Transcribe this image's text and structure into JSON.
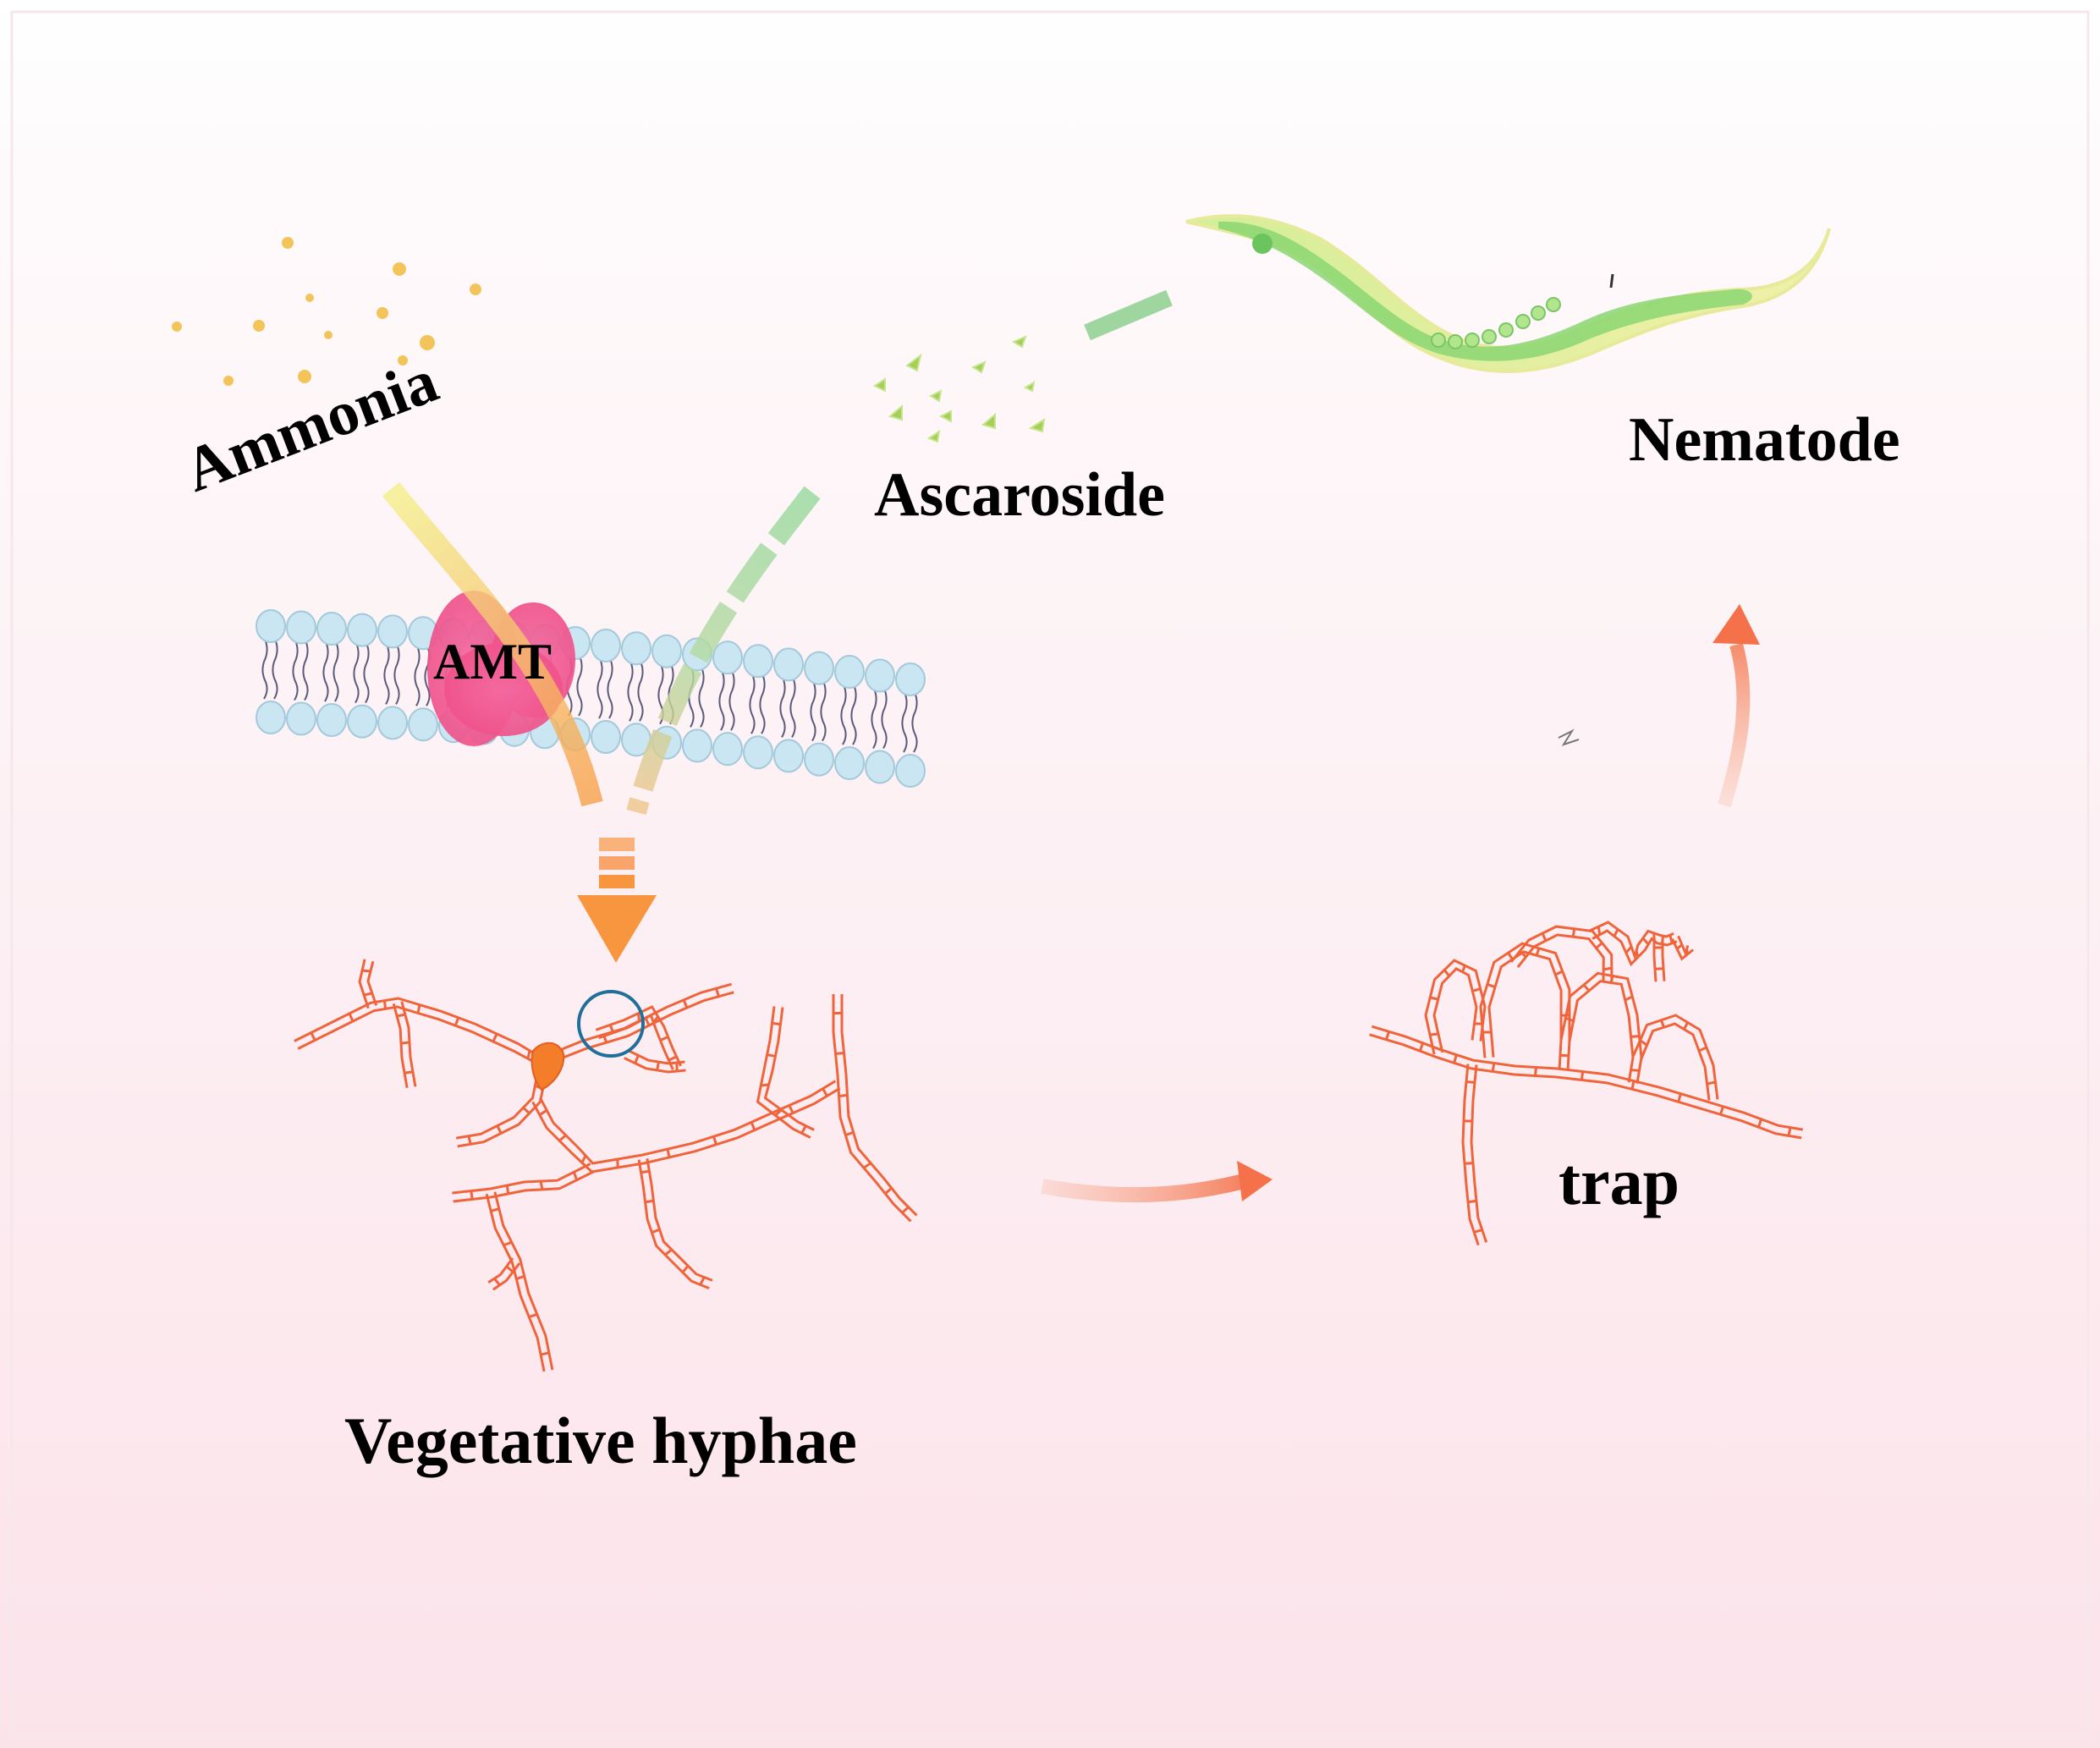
{
  "labels": {
    "ammonia": "Ammonia",
    "ascaroside": "Ascaroside",
    "nematode": "Nematode",
    "amt": "AMT",
    "trap": "trap",
    "vegetative_hyphae": "Vegetative hyphae"
  },
  "colors": {
    "background_top": "#ffffff",
    "background_bottom": "#fbe3ea",
    "hyphae_stroke": "#f0643c",
    "amt_protein": "#f0588e",
    "membrane_head": "#c9e6f2",
    "ammonia_arrow_start": "#f4f08a",
    "ammonia_arrow_end": "#f7963f",
    "ascaroside_arrow": "#9fd6a0",
    "nematode_body": "#d8ef92",
    "nematode_gut": "#7cd36a",
    "ammonia_particle": "#f3c45a",
    "ascaroside_particle": "#a4d05a",
    "blue_circle": "#1f6f9a",
    "cycle_arrow": "#f48a62"
  }
}
